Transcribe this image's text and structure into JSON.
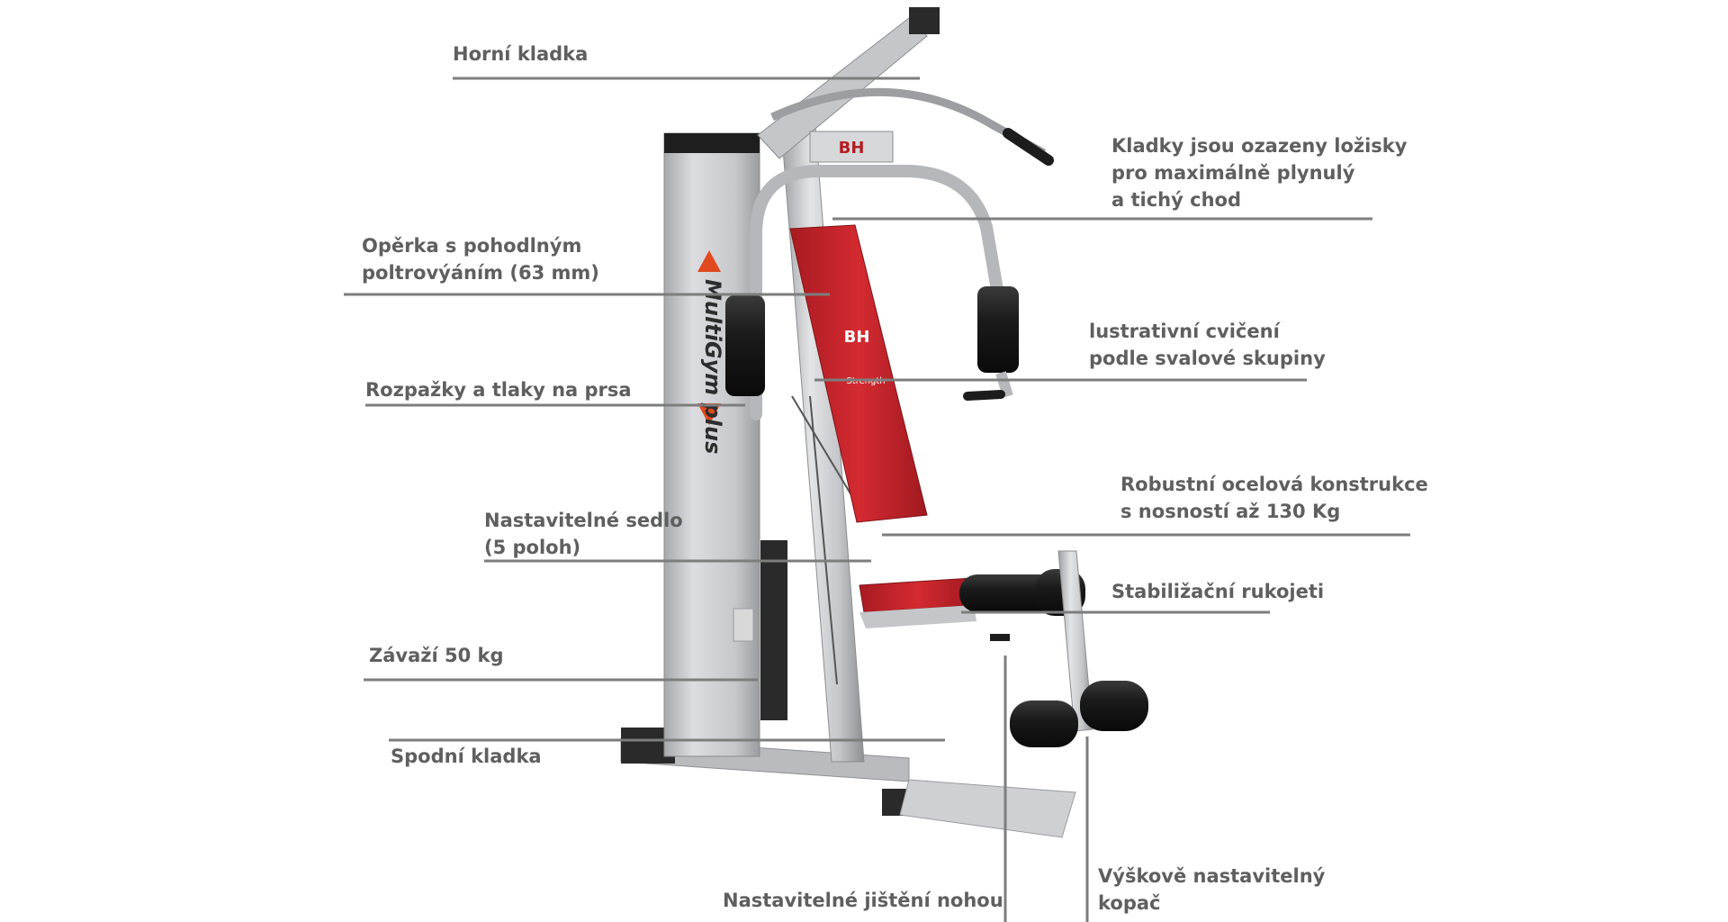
{
  "brand": {
    "logo_text": "BH",
    "product_text": "MultiGym plus",
    "pad_text": "Strength"
  },
  "colors": {
    "label_text": "#5f5f5f",
    "leader_line": "#7d7d7d",
    "frame_silver": "#c9cacc",
    "pad_red": "#c8242b",
    "foam_black": "#1c1c1c"
  },
  "callouts": [
    {
      "id": "upper-pulley",
      "lines": [
        "Horní kladka"
      ]
    },
    {
      "id": "bearing-pulleys",
      "lines": [
        "Kladky jsou ozazeny ložisky",
        "pro maximálně plynulý",
        "a tichý chod"
      ]
    },
    {
      "id": "backrest",
      "lines": [
        "Opěrka s pohodlným",
        "poltrovýáním (63 mm)"
      ]
    },
    {
      "id": "illustrative-exercises",
      "lines": [
        "lustrativní cvičení",
        "podle svalové skupiny"
      ]
    },
    {
      "id": "chest-press",
      "lines": [
        "Rozpažky a tlaky na prsa"
      ]
    },
    {
      "id": "steel-frame",
      "lines": [
        "Robustní ocelová konstrukce",
        "s nosností až 130 Kg"
      ]
    },
    {
      "id": "adjustable-seat",
      "lines": [
        "Nastavitelné sedlo",
        "(5 poloh)"
      ]
    },
    {
      "id": "stabilization-handles",
      "lines": [
        "Stabiližační rukojeti"
      ]
    },
    {
      "id": "weight-stack",
      "lines": [
        "Závaží 50 kg"
      ]
    },
    {
      "id": "lower-pulley",
      "lines": [
        "Spodní kladka"
      ]
    },
    {
      "id": "leg-holder",
      "lines": [
        "Nastavitelné jištění nohou"
      ]
    },
    {
      "id": "leg-extension",
      "lines": [
        "Výškově nastavitelný",
        "kopač"
      ]
    }
  ]
}
